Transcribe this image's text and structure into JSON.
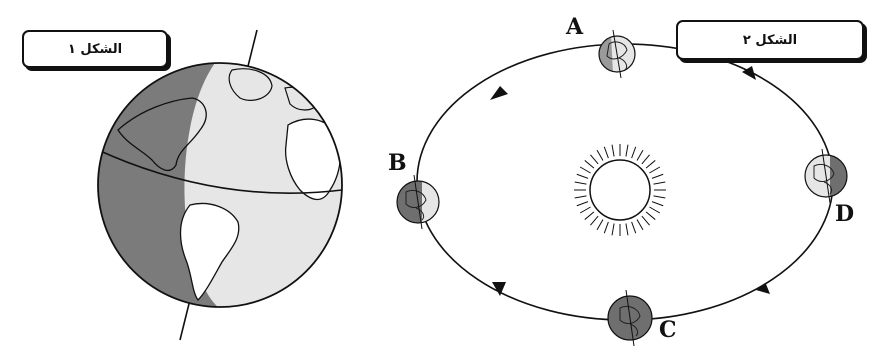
{
  "figure1": {
    "label": "الشكل ١"
  },
  "figure2": {
    "label": "الشكل ٢",
    "positions": [
      "A",
      "B",
      "C",
      "D"
    ]
  },
  "colors": {
    "night": "#7b7b7b",
    "day": "#e6e6e6",
    "line": "#111111"
  }
}
